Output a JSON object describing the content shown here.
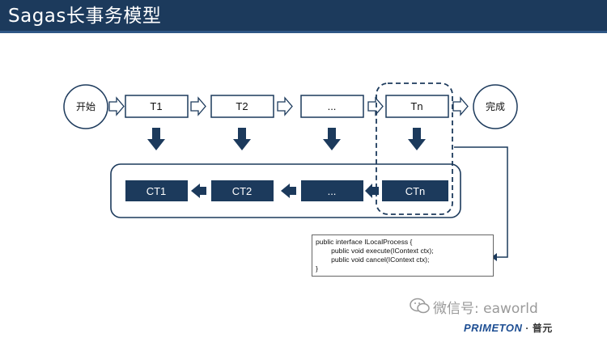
{
  "title": "Sagas长事务模型",
  "colors": {
    "header": "#1c3a5c",
    "box_fill": "#1c3a5c",
    "box_border": "#1c3a5c",
    "arrow": "#1c3a5c"
  },
  "flow": {
    "start": "开始",
    "end": "完成",
    "transactions": [
      "T1",
      "T2",
      "...",
      "Tn"
    ],
    "compensations": [
      "CT1",
      "CT2",
      "...",
      "CTn"
    ]
  },
  "code": {
    "lines": [
      "public interface ILocalProcess {",
      "        public void execute(IContext ctx);",
      "        public void cancel(IContext ctx);",
      "}"
    ]
  },
  "watermark": {
    "icon": "wechat-icon",
    "text": "微信号: eaworld"
  },
  "logo": {
    "brand": "PRIMETON",
    "suffix": "· 普元"
  }
}
